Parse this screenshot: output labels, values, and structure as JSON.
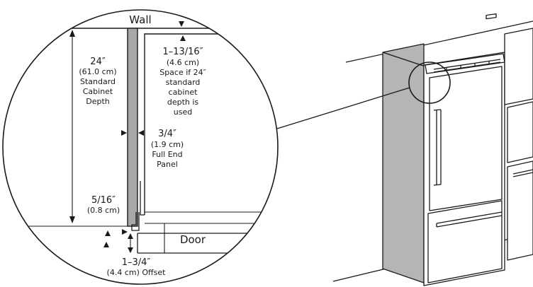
{
  "labels": {
    "wall": "Wall",
    "door": "Door",
    "cabinet_depth": {
      "value": "24″",
      "metric": "(61.0 cm)",
      "line1": "Standard",
      "line2": "Cabinet",
      "line3": "Depth"
    },
    "space": {
      "value": "1–13/16″",
      "metric": "(4.6 cm)",
      "line1": "Space if 24″",
      "line2": "standard",
      "line3": "cabinet",
      "line4": "depth is",
      "line5": "used"
    },
    "end_panel": {
      "value": "3/4″",
      "metric": "(1.9 cm)",
      "line1": "Full End",
      "line2": "Panel"
    },
    "gap": {
      "value": "5/16″",
      "metric": "(0.8 cm)"
    },
    "offset": {
      "value": "1–3/4″",
      "metric": "(4.4 cm) Offset"
    }
  },
  "colors": {
    "line": "#1a1a1a",
    "panel_fill": "#a8a8a8",
    "end_panel_fill": "#b5b5b5"
  }
}
